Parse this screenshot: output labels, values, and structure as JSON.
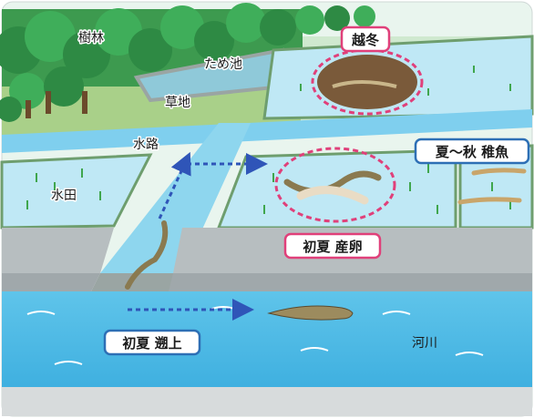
{
  "labels": {
    "forest": "樹林",
    "pond": "ため池",
    "grassland": "草地",
    "channel": "水路",
    "paddy": "水田",
    "river": "河川"
  },
  "stages": {
    "overwinter": "越冬",
    "juvenile": "夏〜秋 稚魚",
    "spawning": "初夏 産卵",
    "upstream": "初夏 遡上"
  },
  "colors": {
    "stage_border_pink": "#e0407a",
    "stage_border_blue": "#2d6fb5",
    "migration_arrow": "#2f55b8",
    "river": "#5fc4ea",
    "paddy_water": "#bfe8f5",
    "forest": "#3fae5a",
    "grass": "#8dc56e"
  }
}
